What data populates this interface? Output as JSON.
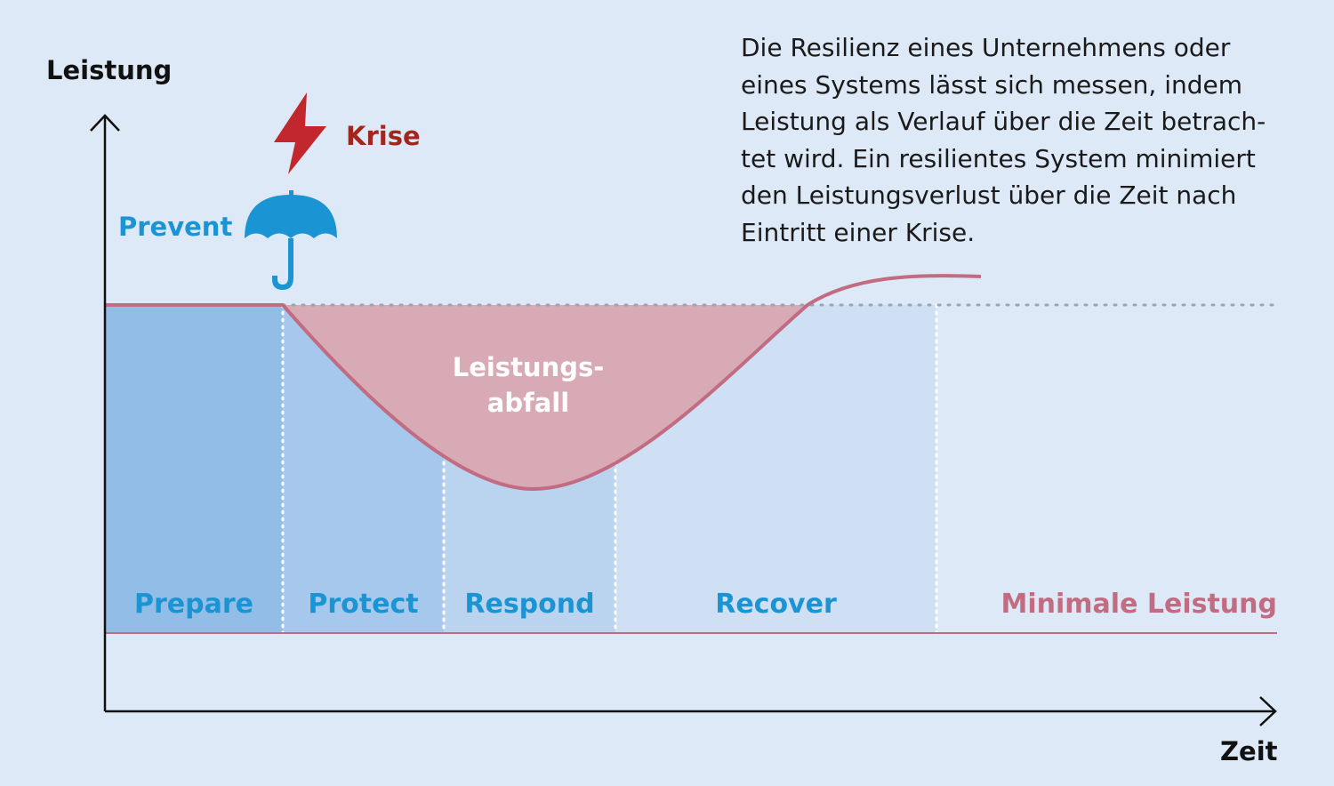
{
  "axes": {
    "y_label": "Leistung",
    "x_label": "Zeit"
  },
  "events": {
    "crisis_label": "Krise",
    "prevent_label": "Prevent"
  },
  "description_lines": [
    "Die Resilienz eines Unternehmens oder",
    "eines Systems lässt sich messen, indem",
    "Leistung als Verlauf über die Zeit betrach-",
    "tet wird. Ein resilientes System minimiert",
    "den Leistungsverlust über die Zeit nach",
    "Eintritt einer Krise."
  ],
  "performance_drop": {
    "line1": "Leistungs-",
    "line2": "abfall"
  },
  "phases": [
    "Prepare",
    "Protect",
    "Respond",
    "Recover"
  ],
  "minimum_label": "Minimale Leistung",
  "colors": {
    "background": "#dde9f7",
    "prepare_fill": "#91bde6",
    "protect_fill": "#a6c8ec",
    "respond_fill": "#bad4f0",
    "recover_fill": "#cfe0f5",
    "curve": "#c26c82",
    "drop_fill": "#d8aab5",
    "accent_blue": "#1a94d2",
    "crisis_red": "#a3261e"
  },
  "icons": {
    "crisis": "lightning-bolt-icon",
    "prevent": "umbrella-icon"
  }
}
